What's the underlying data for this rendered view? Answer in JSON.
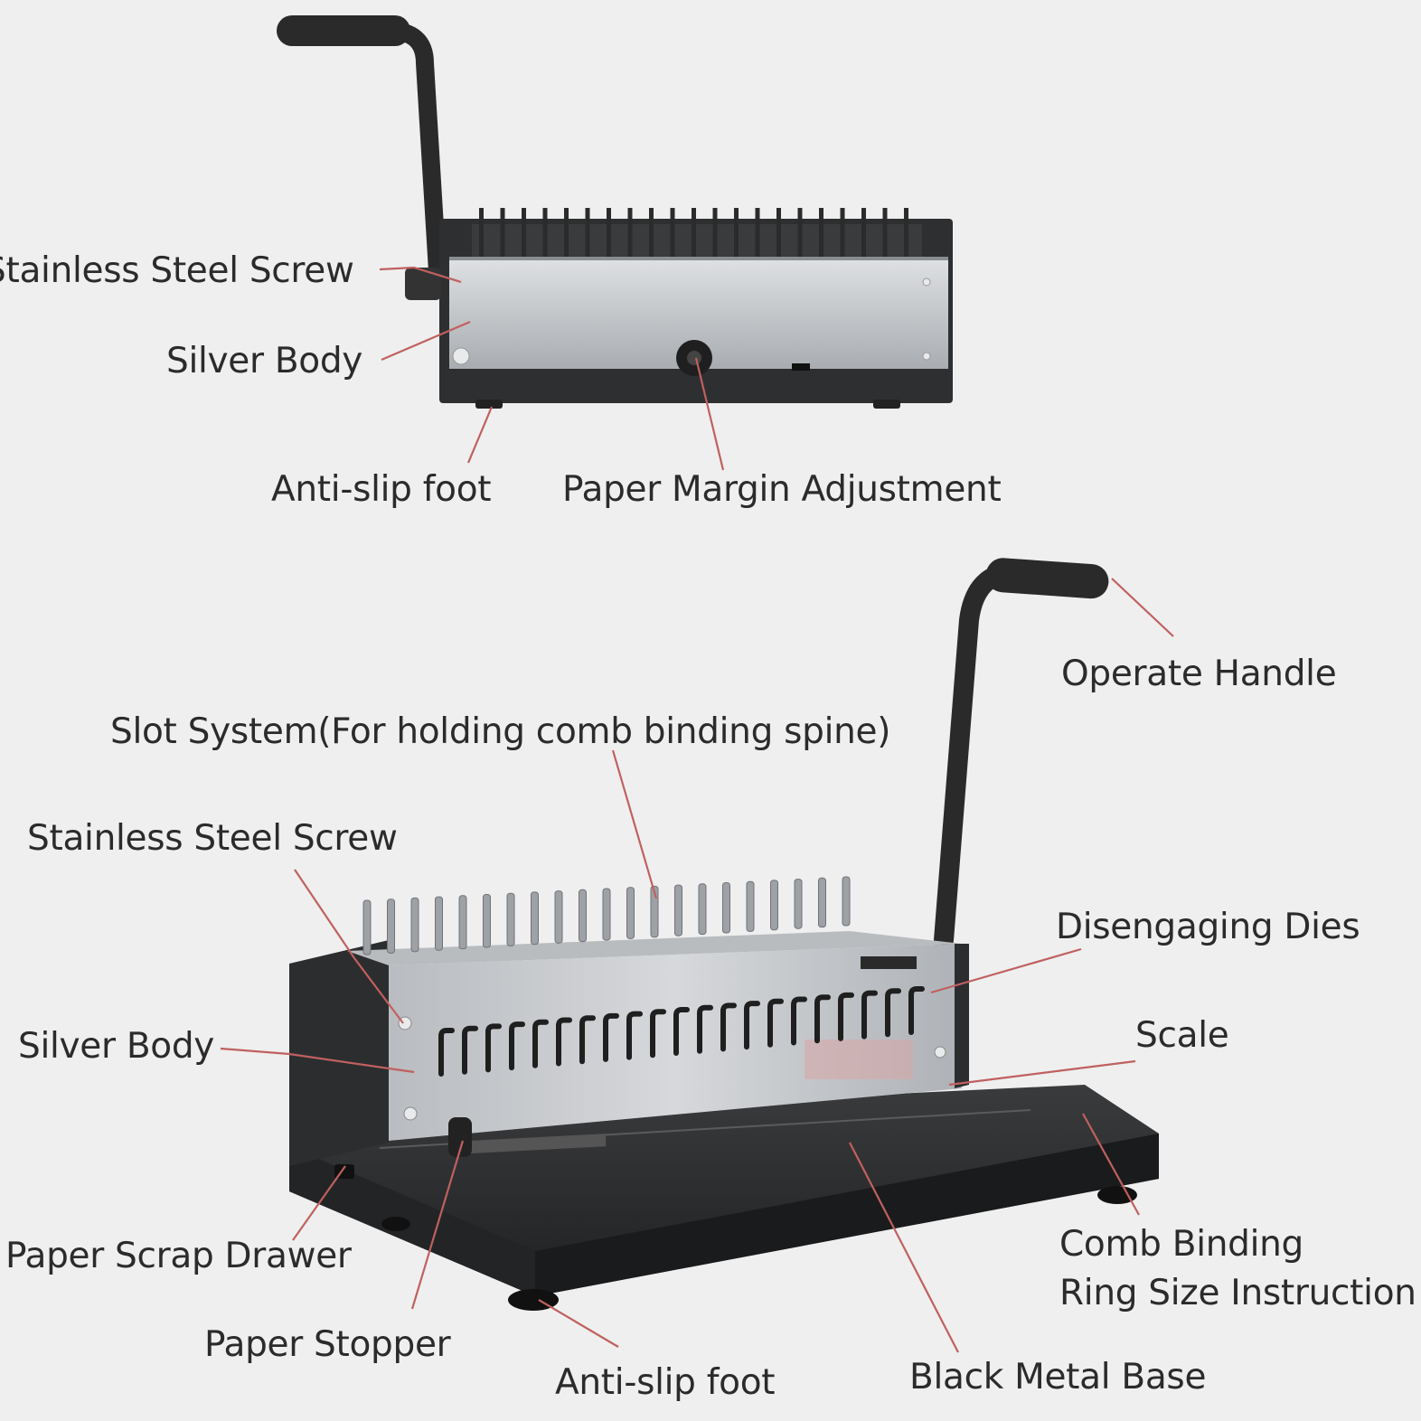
{
  "figure_a": {
    "labels": {
      "screw": "Stainless Steel Screw",
      "body": "Silver Body",
      "foot": "Anti-slip foot",
      "margin": "Paper Margin Adjustment"
    }
  },
  "figure_b": {
    "labels": {
      "handle": "Operate Handle",
      "slot": "Slot System(For holding comb binding spine)",
      "screw": "Stainless Steel Screw",
      "dies": "Disengaging Dies",
      "body": "Silver Body",
      "scale": "Scale",
      "drawer": "Paper Scrap Drawer",
      "ring_1": "Comb Binding",
      "ring_2": "Ring Size Instruction",
      "stopper": "Paper Stopper",
      "foot": "Anti-slip foot",
      "base": "Black Metal Base"
    }
  },
  "colors": {
    "background": "#efefef",
    "leader": "#c06060",
    "silver": "#c9cbcd",
    "black": "#2a2a2a"
  }
}
